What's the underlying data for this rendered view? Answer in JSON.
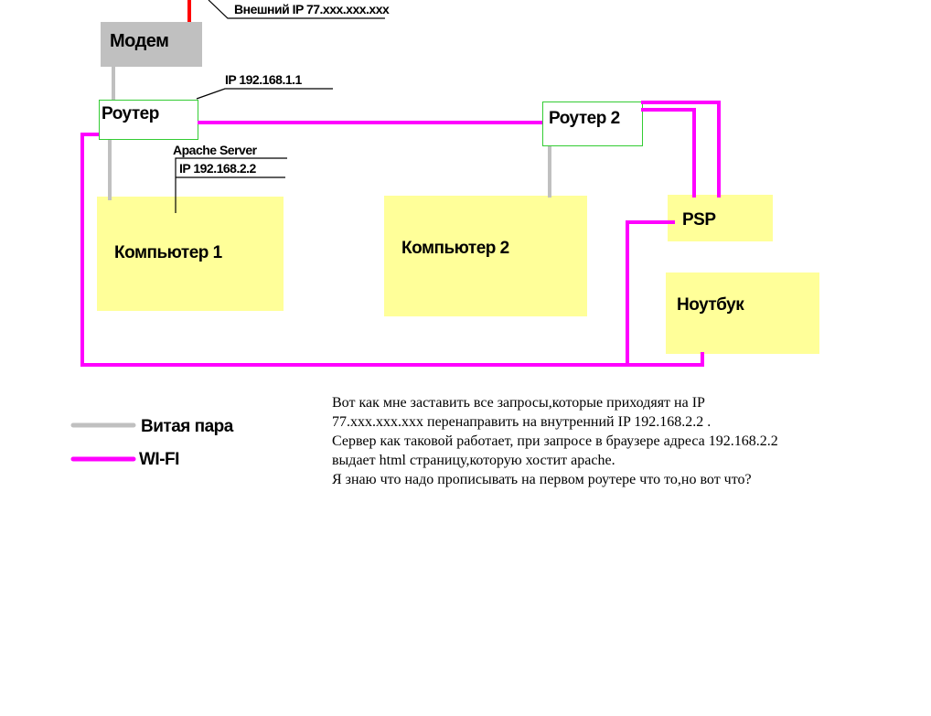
{
  "diagram": {
    "nodes": {
      "modem": "Модем",
      "router1": "Роутер",
      "router2": "Роутер 2",
      "computer1": "Компьютер 1",
      "computer2": "Компьютер 2",
      "psp": "PSP",
      "laptop": "Ноутбук"
    },
    "annotations": {
      "external_ip": "Внешний IP  77.xxx.xxx.xxx",
      "router_ip": "IP 192.168.1.1",
      "apache_server": "Apache Server",
      "server_ip": "IP 192.168.2.2"
    },
    "legend": {
      "twisted_pair": "Витая пара",
      "wifi": "WI-FI"
    },
    "colors": {
      "twisted_pair": "#c0c0c0",
      "wifi": "#ff00ff",
      "uplink": "#ff0000",
      "device_fill": "#ffff99",
      "modem_fill": "#c0c0c0",
      "router_border": "#33cc33"
    }
  },
  "question": {
    "lines": [
      "Вот как мне заставить все запросы,которые приходяят на IP",
      "77.xxx.xxx.xxx перенаправить на внутренний IP 192.168.2.2 .",
      "Сервер как таковой работает, при запросе в браузере адреса 192.168.2.2",
      "выдает html страницу,которую хостит apache.",
      "Я знаю что надо прописывать на первом роутере что то,но вот что?"
    ]
  }
}
